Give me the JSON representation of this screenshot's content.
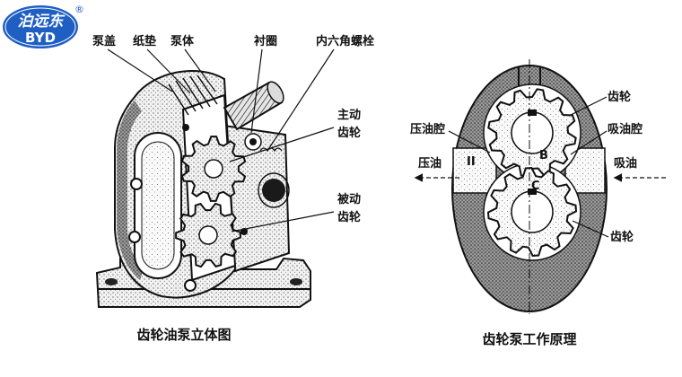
{
  "logo": {
    "name": "泊远东",
    "abbr": "BYD",
    "mark": "®",
    "color": "#1f5fc4"
  },
  "left_figure": {
    "labels": {
      "pump_cover": "泵盖",
      "paper_gasket": "纸垫",
      "pump_body": "泵体",
      "bushing": "衬圈",
      "hex_bolt": "内六角螺栓",
      "drive_gear_line1": "主动",
      "drive_gear_line2": "齿轮",
      "driven_gear_line1": "被动",
      "driven_gear_line2": "齿轮"
    },
    "caption": "齿轮油泵立体图"
  },
  "right_figure": {
    "labels": {
      "gear_top": "齿轮",
      "discharge_chamber": "压油腔",
      "suction_chamber": "吸油腔",
      "discharge": "压油",
      "suction": "吸油",
      "gear_bottom": "齿轮",
      "point_b": "B",
      "point_c": "C",
      "port_mark": "II"
    },
    "caption": "齿轮泵工作原理"
  }
}
